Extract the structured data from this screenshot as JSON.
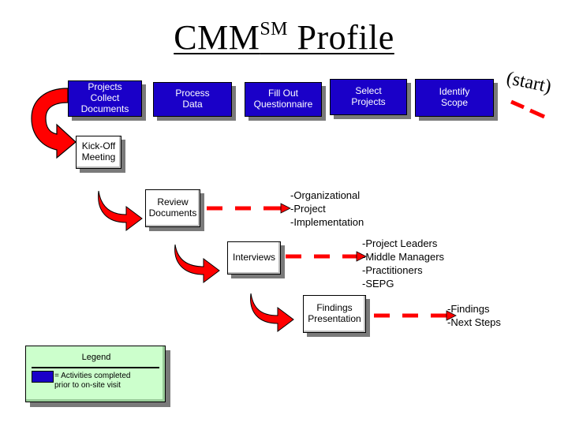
{
  "title": {
    "main": "CMM",
    "superscript": "SM",
    "rest": "Profile"
  },
  "start_label": "(start)",
  "top_row": [
    {
      "label": "Projects\nCollect\nDocuments"
    },
    {
      "label": "Process\nData"
    },
    {
      "label": "Fill Out\nQuestionnaire"
    },
    {
      "label": "Select\nProjects"
    },
    {
      "label": "Identify\nScope"
    }
  ],
  "kickoff": {
    "label": "Kick-Off\nMeeting"
  },
  "steps": [
    {
      "label": "Review\nDocuments",
      "items": "-Organizational\n-Project\n-Implementation"
    },
    {
      "label": "Interviews",
      "items": "-Project Leaders\n-Middle Managers\n-Practitioners\n-SEPG"
    },
    {
      "label": "Findings\nPresentation",
      "items": "-Findings\n-Next Steps"
    }
  ],
  "legend": {
    "title": "Legend",
    "swatch_text": "= Activities completed\nprior to on-site visit"
  },
  "colors": {
    "activity_box": "#1a00c8",
    "arrow": "#ff0000",
    "legend_bg": "#ccffcc"
  }
}
